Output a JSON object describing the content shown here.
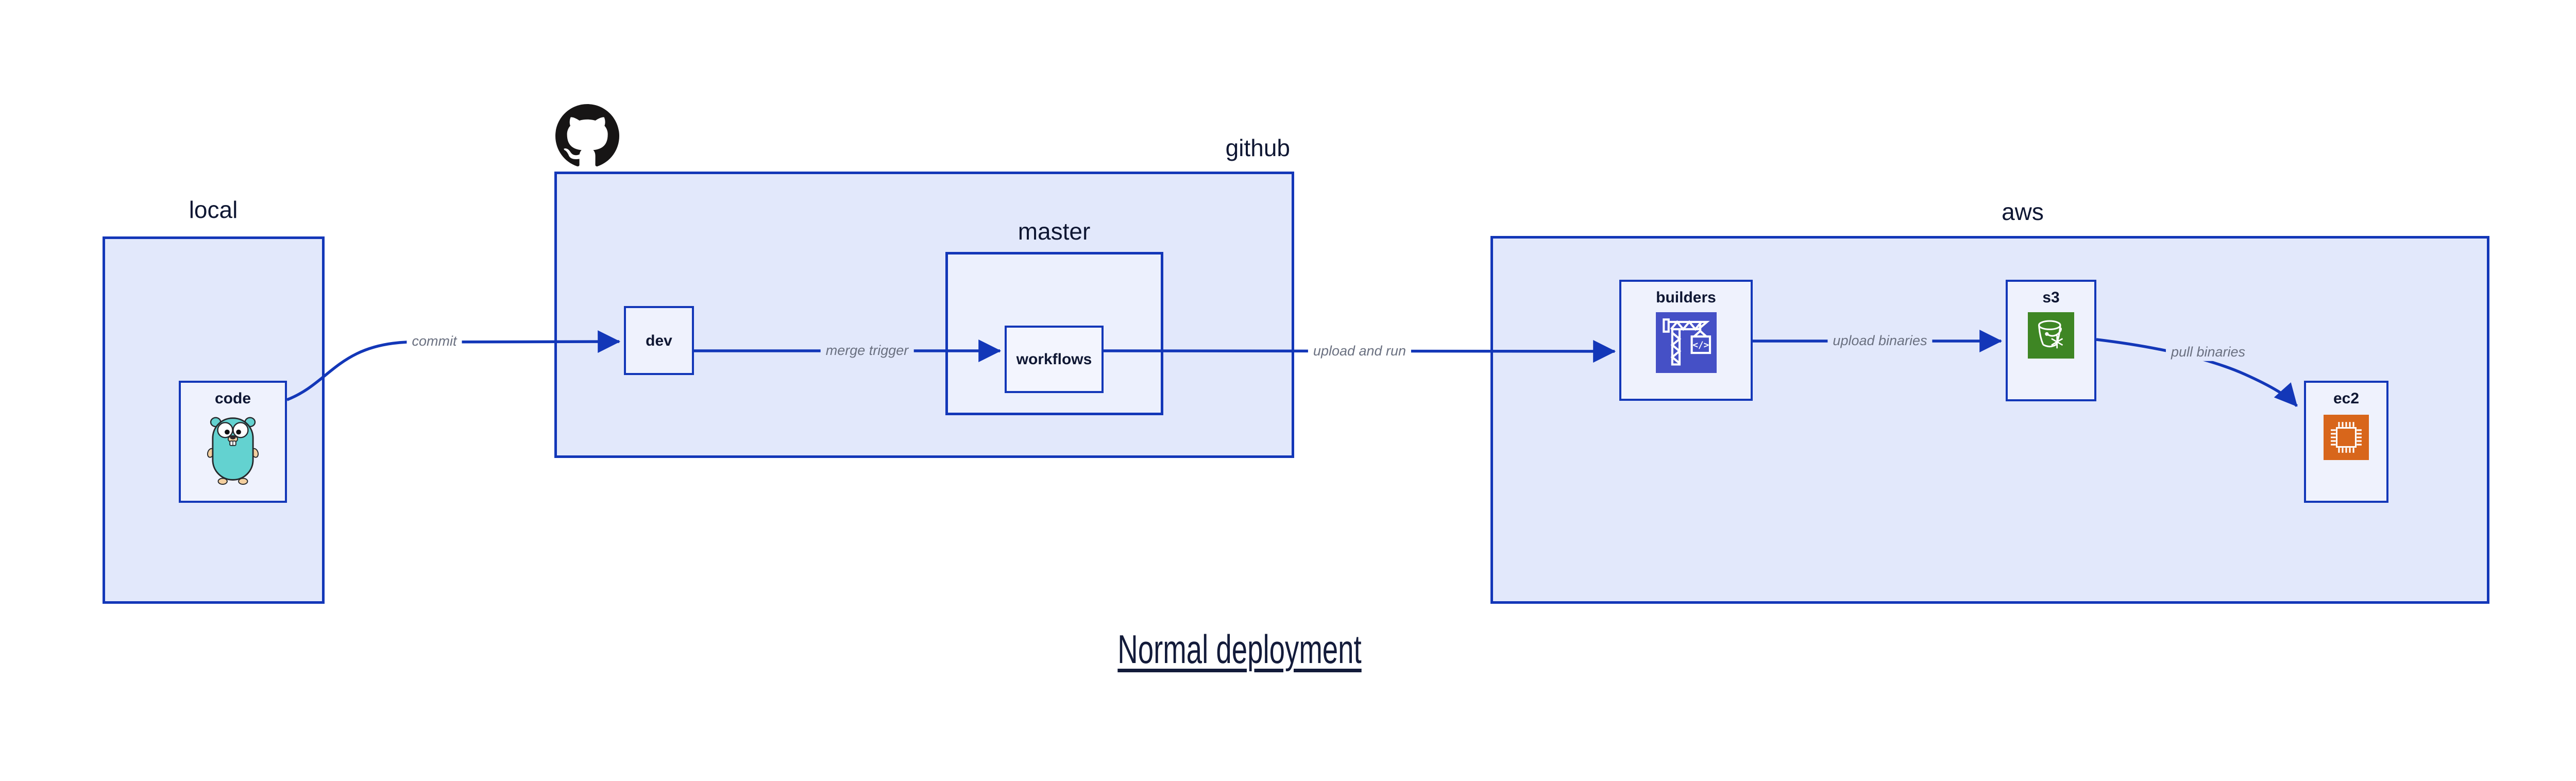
{
  "title": "Normal deployment",
  "groups": {
    "local": {
      "label": "local"
    },
    "github": {
      "label": "github"
    },
    "master": {
      "label": "master"
    },
    "aws": {
      "label": "aws"
    }
  },
  "nodes": {
    "code": {
      "label": "code",
      "icon": "go-gopher-icon"
    },
    "dev": {
      "label": "dev"
    },
    "workflows": {
      "label": "workflows"
    },
    "builders": {
      "label": "builders",
      "icon": "aws-codebuild-icon"
    },
    "s3": {
      "label": "s3",
      "icon": "aws-s3-glacier-icon"
    },
    "ec2": {
      "label": "ec2",
      "icon": "aws-ec2-icon"
    }
  },
  "edges": [
    {
      "from": "code",
      "to": "dev",
      "label": "commit"
    },
    {
      "from": "dev",
      "to": "workflows",
      "label": "merge trigger"
    },
    {
      "from": "workflows",
      "to": "builders",
      "label": "upload and run"
    },
    {
      "from": "builders",
      "to": "s3",
      "label": "upload binaries"
    },
    {
      "from": "s3",
      "to": "ec2",
      "label": "pull binaries"
    }
  ],
  "icons": {
    "github_logo": "github-octocat-logo",
    "codebuild_glyph": "</>"
  },
  "colors": {
    "edge_blue": "#1337b8",
    "container_fill": "#e2e8fb",
    "node_fill": "#eff2fd",
    "label_navy": "#0f1733",
    "edge_label_gray": "#6a7080",
    "codebuild_indigo": "#4550c6",
    "s3_green": "#3e8624",
    "ec2_orange": "#d8661b",
    "github_black": "#171515",
    "gopher_teal": "#63d2d0"
  }
}
